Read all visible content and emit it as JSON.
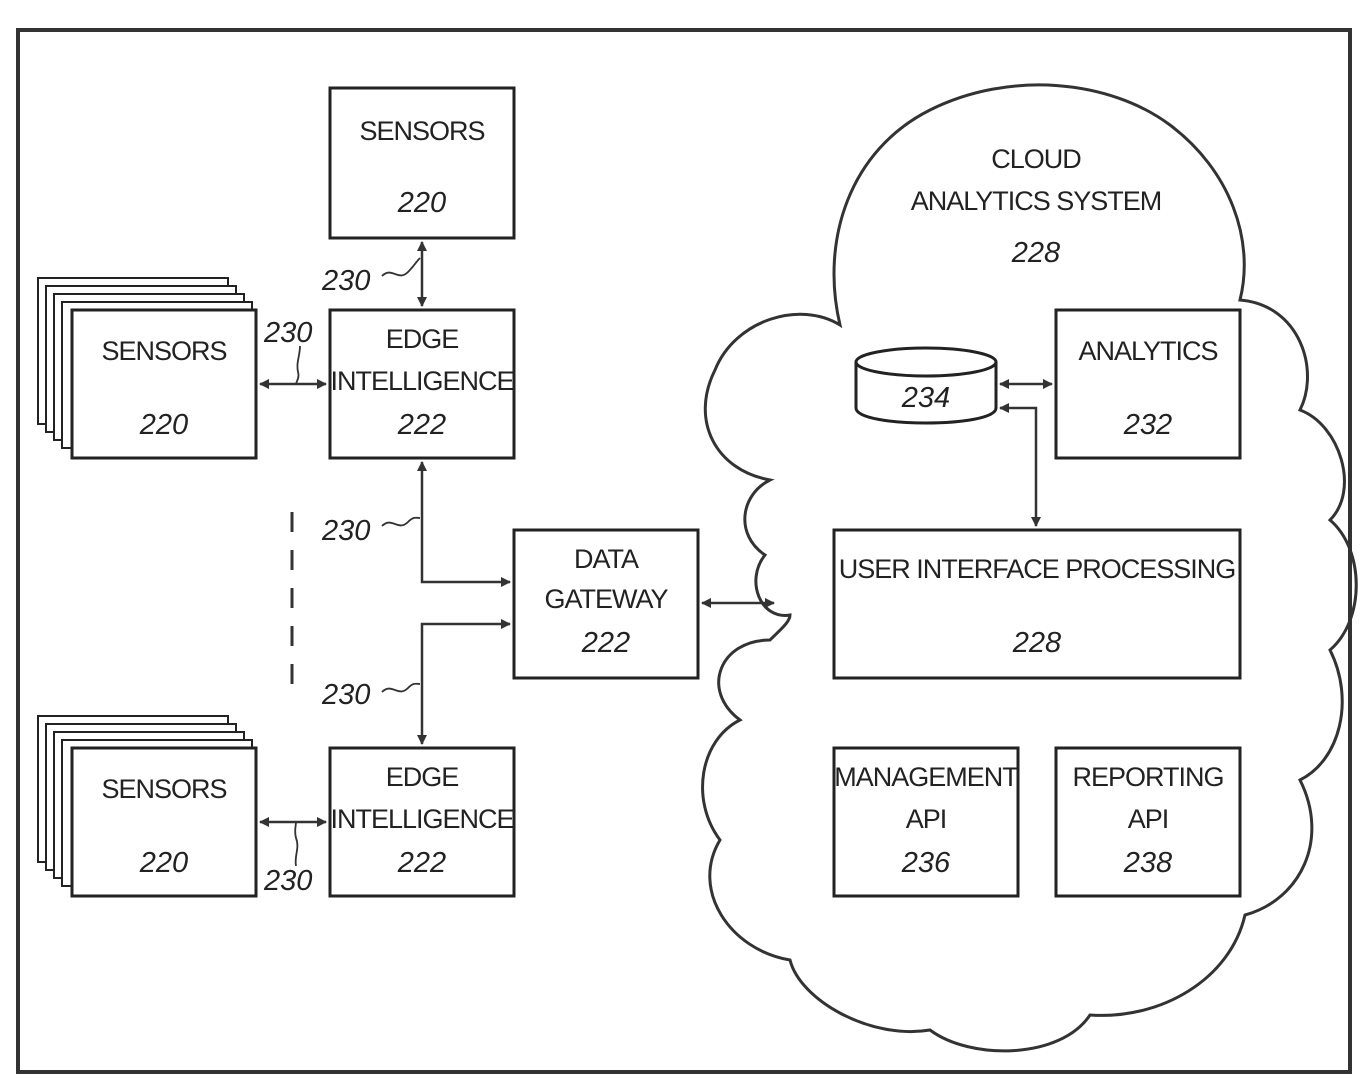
{
  "nodes": {
    "sensors_top": {
      "title": "SENSORS",
      "ref": "220"
    },
    "sensors_mid": {
      "title": "SENSORS",
      "ref": "220"
    },
    "sensors_bottom": {
      "title": "SENSORS",
      "ref": "220"
    },
    "edge_top": {
      "line1": "EDGE",
      "line2": "INTELLIGENCE",
      "ref": "222"
    },
    "edge_bottom": {
      "line1": "EDGE",
      "line2": "INTELLIGENCE",
      "ref": "222"
    },
    "gateway": {
      "line1": "DATA",
      "line2": "GATEWAY",
      "ref": "222"
    },
    "cloud": {
      "line1": "CLOUD",
      "line2": "ANALYTICS SYSTEM",
      "ref": "228"
    },
    "database": {
      "ref": "234"
    },
    "analytics": {
      "title": "ANALYTICS",
      "ref": "232"
    },
    "ui_processing": {
      "title": "USER INTERFACE PROCESSING",
      "ref": "228"
    },
    "management_api": {
      "line1": "MANAGEMENT",
      "line2": "API",
      "ref": "236"
    },
    "reporting_api": {
      "line1": "REPORTING",
      "line2": "API",
      "ref": "238"
    }
  },
  "link_refs": {
    "sensors_top_edge": "230",
    "sensors_mid_edge": "230",
    "edge_top_gateway": "230",
    "edge_bottom_gateway": "230",
    "sensors_bottom_edge": "230"
  }
}
